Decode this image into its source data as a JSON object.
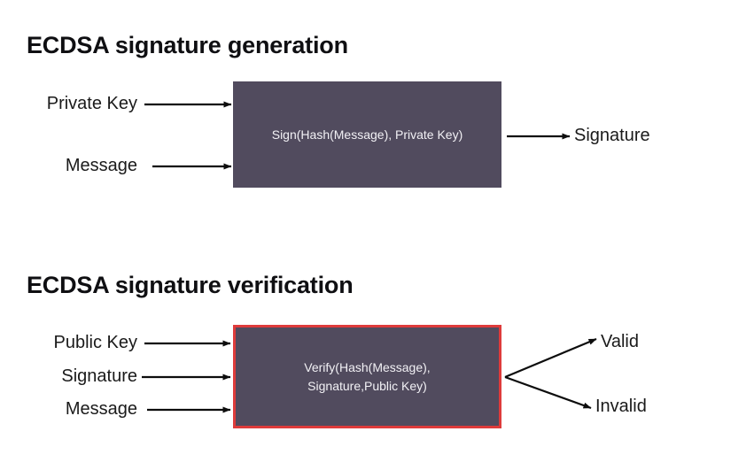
{
  "diagram": {
    "type": "flow-diagram",
    "background_color": "#ffffff",
    "sections": [
      {
        "id": "generation",
        "title": "ECDSA signature generation",
        "process_box": {
          "label": "Sign(Hash(Message), Private Key)",
          "fill_color": "#514B5E",
          "text_color": "#f2f1f5",
          "border": "none"
        },
        "inputs": [
          {
            "label": "Private Key"
          },
          {
            "label": "Message"
          }
        ],
        "outputs": [
          {
            "label": "Signature"
          }
        ]
      },
      {
        "id": "verification",
        "title": "ECDSA signature verification",
        "process_box": {
          "label": "Verify(Hash(Message),\nSignature,Public Key)",
          "fill_color": "#514B5E",
          "text_color": "#f2f1f5",
          "border_color": "#DE3B3B"
        },
        "inputs": [
          {
            "label": "Public Key"
          },
          {
            "label": "Signature"
          },
          {
            "label": "Message"
          }
        ],
        "outputs": [
          {
            "label": "Valid"
          },
          {
            "label": "Invalid"
          }
        ]
      }
    ],
    "arrow_color": "#0d0d0d"
  }
}
